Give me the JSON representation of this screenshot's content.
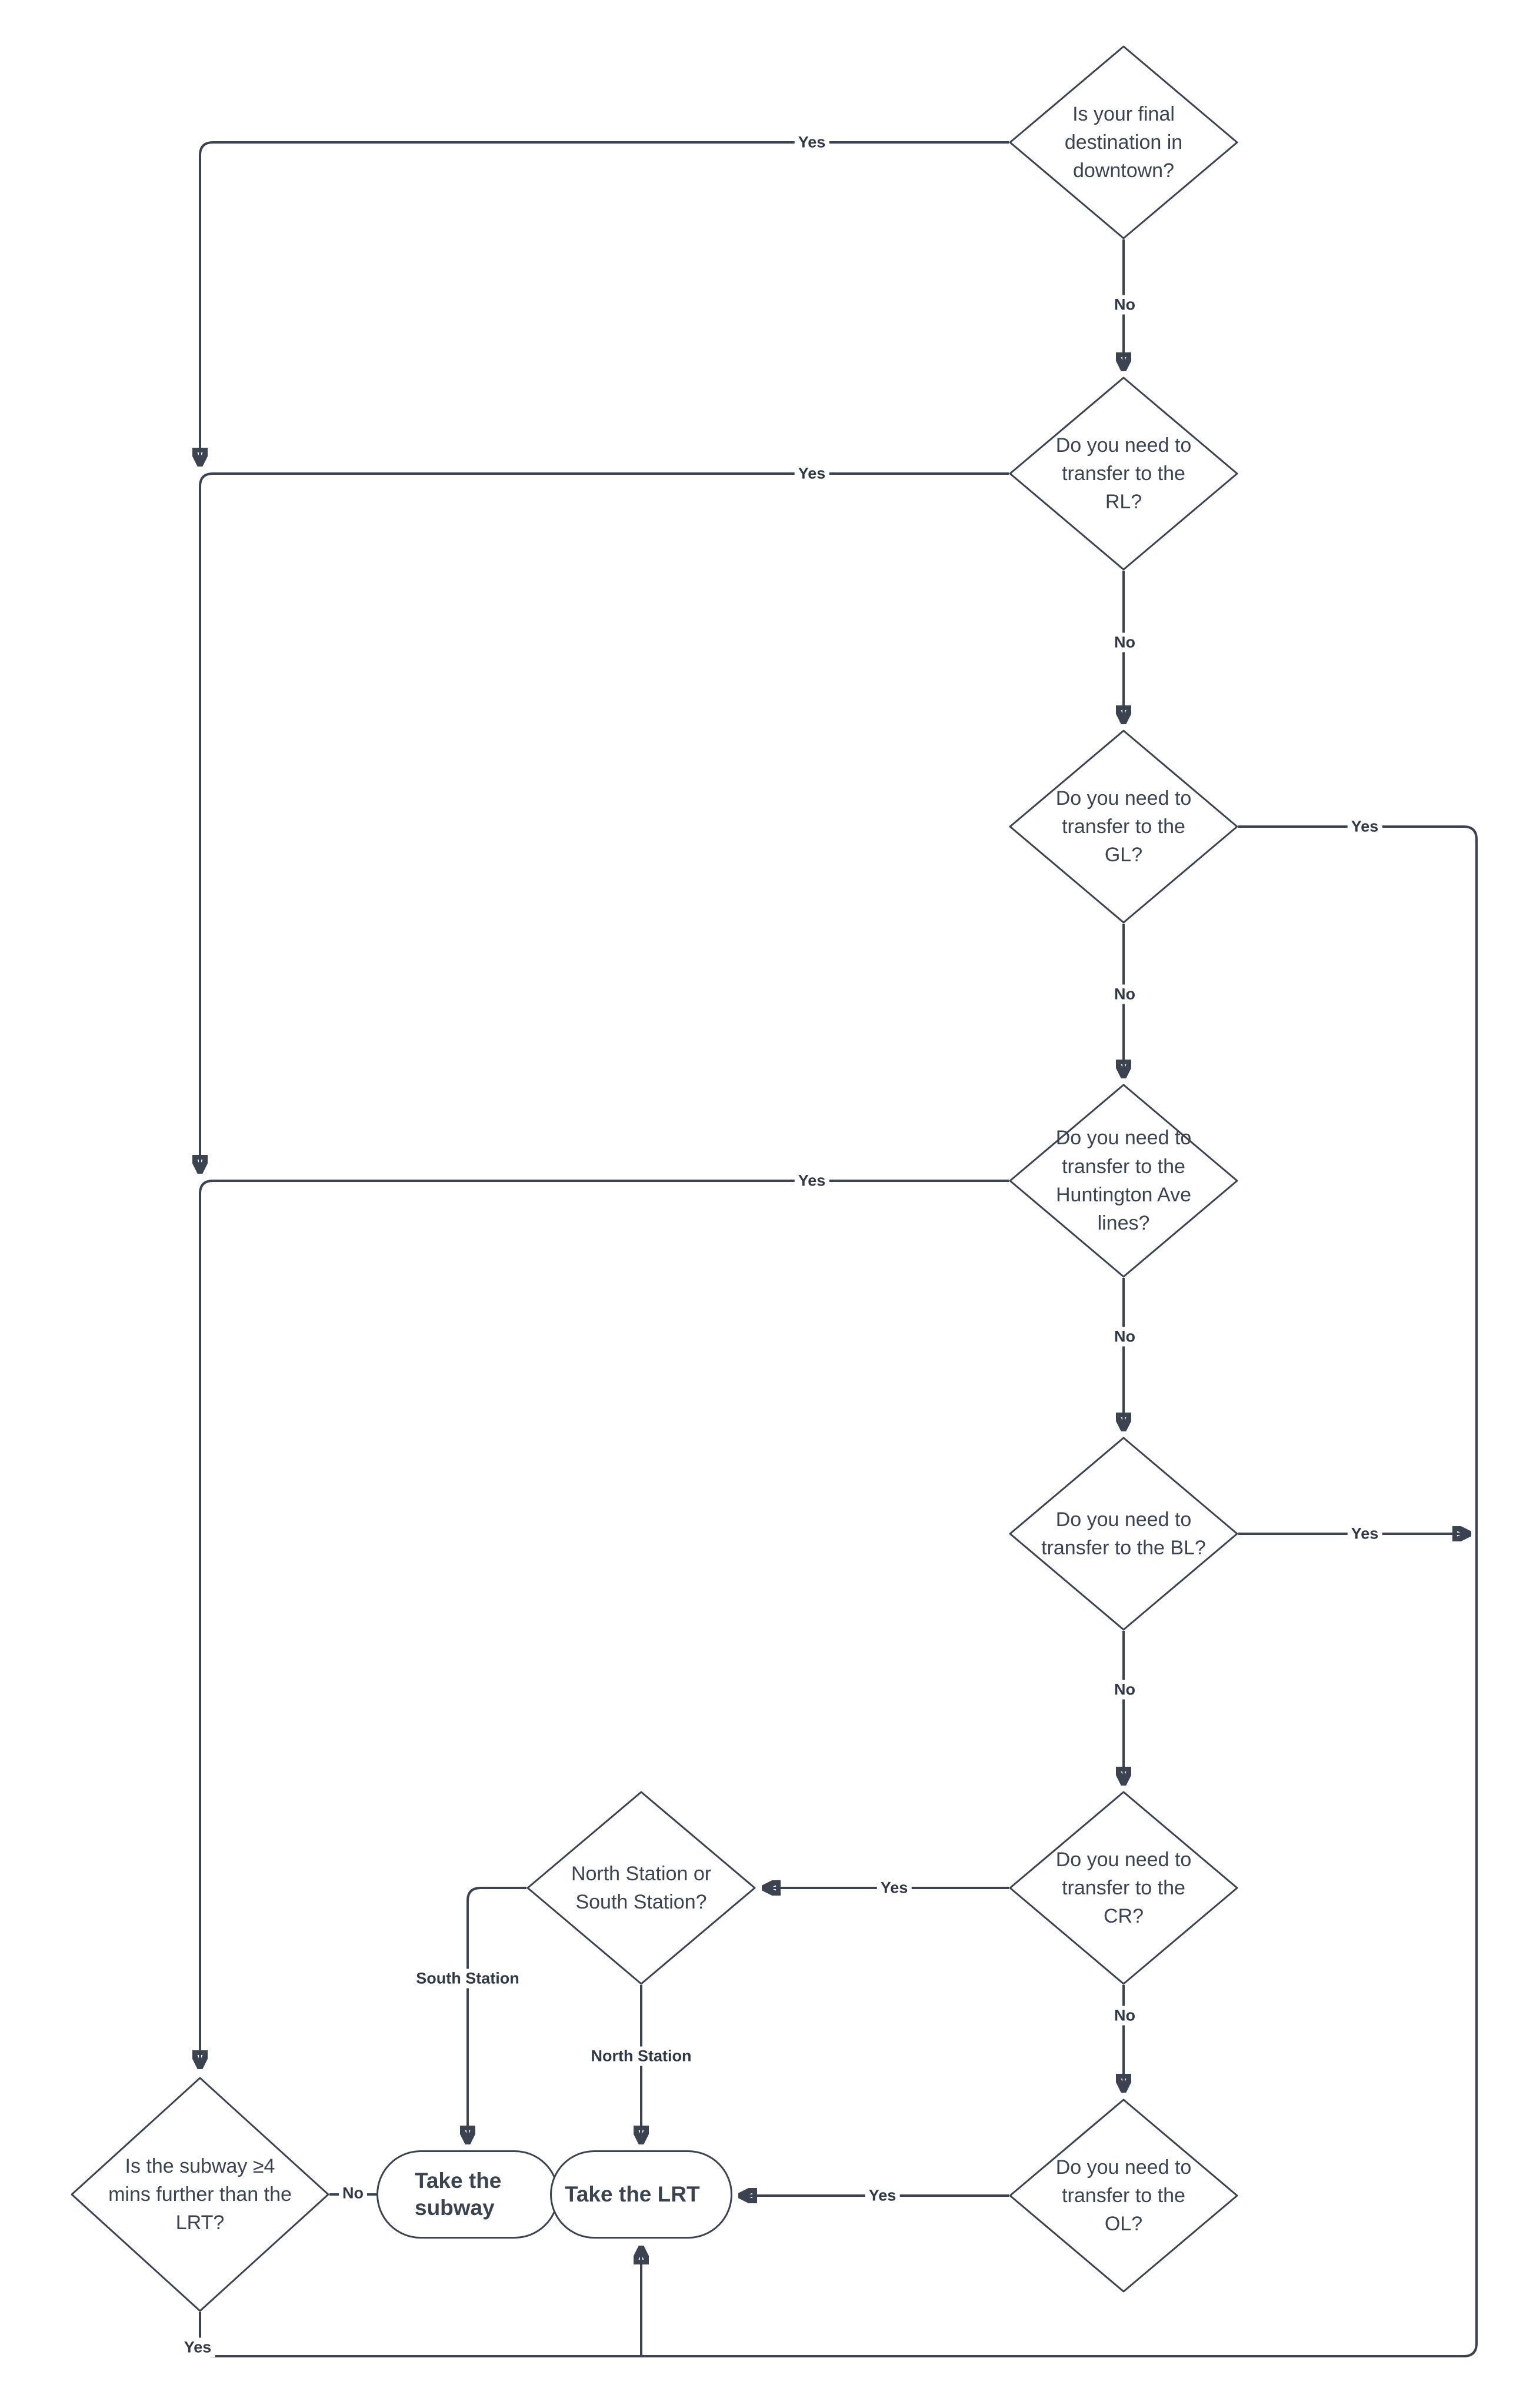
{
  "diagram": {
    "colors": {
      "line": "#3b4351",
      "node_text": "#3b4351",
      "edge_label_text": "#313845",
      "node_fill": "#ffffff",
      "background": "#ffffff"
    },
    "nodes": {
      "downtown": {
        "type": "decision",
        "text": "Is your final destination in downtown?"
      },
      "rl": {
        "type": "decision",
        "text": "Do you need to transfer to the RL?"
      },
      "gl": {
        "type": "decision",
        "text": "Do you need to transfer to the GL?"
      },
      "huntington": {
        "type": "decision",
        "text": "Do you need to transfer to the Huntington Ave lines?"
      },
      "bl": {
        "type": "decision",
        "text": "Do you need to transfer to the BL?"
      },
      "cr": {
        "type": "decision",
        "text": "Do you need to transfer to the CR?"
      },
      "ol": {
        "type": "decision",
        "text": "Do you need to transfer to the OL?"
      },
      "station": {
        "type": "decision",
        "text": "North Station or South Station?"
      },
      "subway_time": {
        "type": "decision",
        "text": "Is the subway ≥4 mins further than the LRT?"
      },
      "take_subway": {
        "type": "terminal",
        "text": "Take the subway"
      },
      "take_lrt": {
        "type": "terminal",
        "text": "Take the LRT"
      }
    },
    "edge_labels": {
      "downtown_yes": "Yes",
      "downtown_no": "No",
      "rl_yes": "Yes",
      "rl_no": "No",
      "gl_yes": "Yes",
      "gl_no": "No",
      "huntington_yes": "Yes",
      "huntington_no": "No",
      "bl_yes": "Yes",
      "bl_no": "No",
      "cr_yes": "Yes",
      "cr_no": "No",
      "ol_yes": "Yes",
      "subway_time_no": "No",
      "subway_time_yes": "Yes",
      "station_south": "South Station",
      "station_north": "North Station"
    }
  }
}
